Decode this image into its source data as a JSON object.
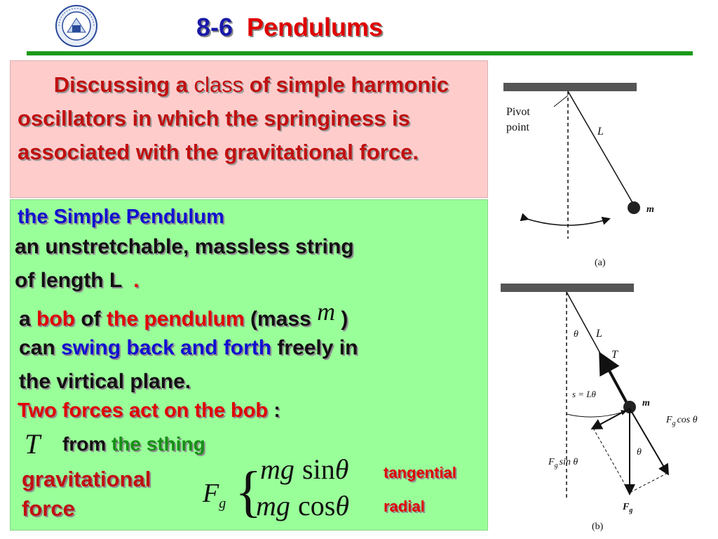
{
  "header": {
    "section_number": "8-6",
    "title": "Pendulums"
  },
  "intro": {
    "part1": "Discussing a ",
    "part2": "class",
    "part3": " of simple harmonic oscillators in which the springiness is associated with the gravitational force."
  },
  "simple_pendulum": {
    "heading": "the Simple Pendulum",
    "line1": "an unstretchable, massless string",
    "line2": "of length L",
    "line2_dot": ".",
    "bob_a": "a ",
    "bob_word": "bob",
    "bob_of": " of ",
    "bob_pend": "the pendulum",
    "bob_mass": " (mass ",
    "bob_m": "m",
    "bob_close": " )",
    "can": "can ",
    "swing": "swing back and forth",
    "freely": " freely in",
    "plane": "the virtical plane."
  },
  "forces": {
    "heading": "Two forces act on the bob",
    "colon": " :",
    "T_symbol": "T",
    "from": "from ",
    "sthing": "the sthing",
    "grav1": "gravitational",
    "grav2": "force",
    "Fg": "F",
    "Fg_sub": "g",
    "brace": "{",
    "mg": "mg",
    "sin": "sin",
    "cos": "cos",
    "theta": "θ",
    "tangential": "tangential",
    "radial": "radial"
  },
  "figure": {
    "a": {
      "pivot1": "Pivot",
      "pivot2": "point",
      "L": "L",
      "m": "m",
      "caption": "(a)"
    },
    "b": {
      "theta": "θ",
      "L": "L",
      "T": "T",
      "s_eq": "s = Lθ",
      "m": "m",
      "Fg_cos": "F",
      "Fg_cos_sub": "g",
      "cos_theta": "cos θ",
      "Fg_sin": "F",
      "Fg_sin_sub": "g",
      "sin_theta": "sin θ",
      "theta2": "θ",
      "Fg_bottom": "F",
      "Fg_bottom_sub": "g",
      "caption": "(b)"
    }
  },
  "colors": {
    "rule_green": "#1a9a1a",
    "pink_bg": "#ffcccc",
    "green_bg": "#99ff99",
    "title_blue": "#1a1aa8",
    "title_red": "#e00000"
  }
}
